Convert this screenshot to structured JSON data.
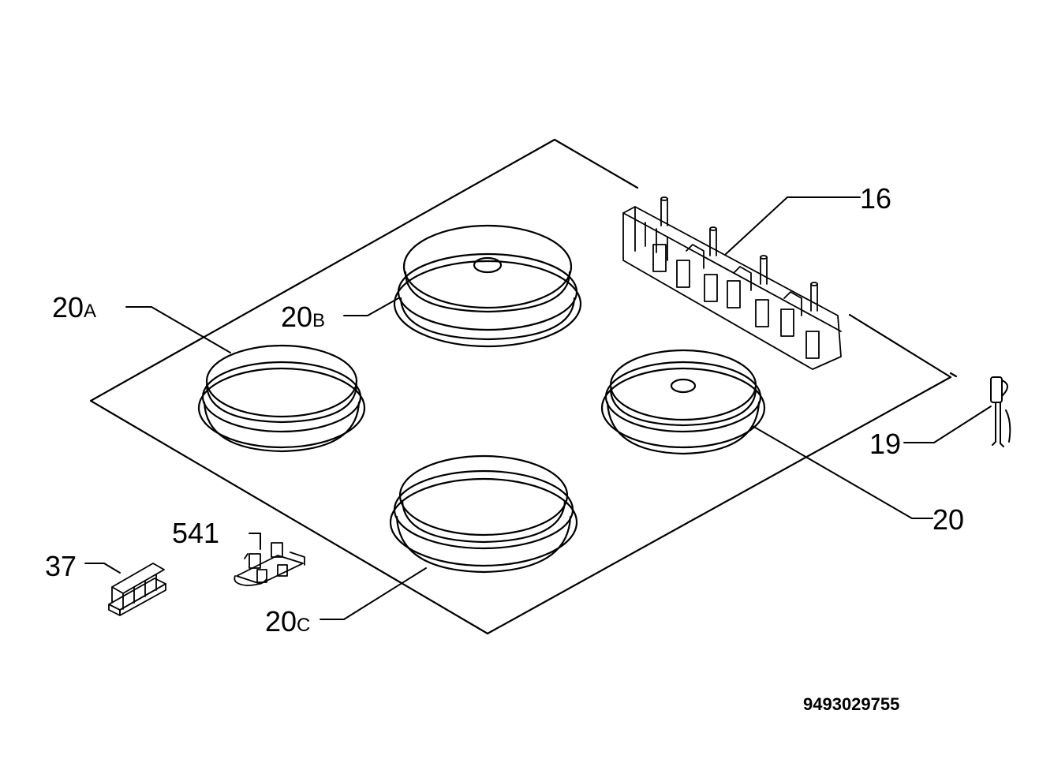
{
  "callouts": {
    "c16": {
      "main": "16",
      "suffix": ""
    },
    "c20a": {
      "main": "20",
      "suffix": "A"
    },
    "c20b": {
      "main": "20",
      "suffix": "B"
    },
    "c19": {
      "main": "19",
      "suffix": ""
    },
    "c20": {
      "main": "20",
      "suffix": ""
    },
    "c541": {
      "main": "541",
      "suffix": ""
    },
    "c37": {
      "main": "37",
      "suffix": ""
    },
    "c20c": {
      "main": "20",
      "suffix": "C"
    }
  },
  "document_number": "9493029755",
  "colors": {
    "line": "#000000",
    "background": "#ffffff"
  }
}
